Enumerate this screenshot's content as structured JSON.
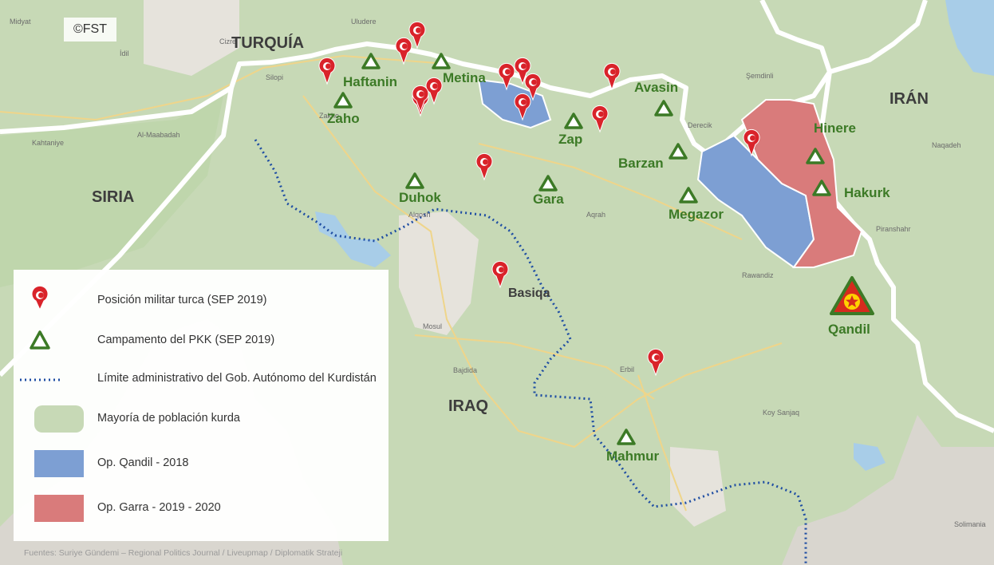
{
  "credit": "©FST",
  "colors": {
    "land": "#d9d6cf",
    "kurdish_majority": "#c7d9b6",
    "op_qandil": "#7d9fd3",
    "op_garra": "#d97b7b",
    "camp": "#3c7a26",
    "pin": "#d9232a",
    "kurdistan_limit": "#1f4ea3",
    "water": "#a8cde8",
    "border": "#ffffff",
    "pkk_hq_fill": "#d62b1e",
    "pkk_star": "#ffd200"
  },
  "countries": [
    {
      "label": "TURQUÍA"
    },
    {
      "label": "SIRIA"
    },
    {
      "label": "IRÁN"
    },
    {
      "label": "IRAQ"
    }
  ],
  "camps": [
    {
      "label": "Haftanin"
    },
    {
      "label": "Metina"
    },
    {
      "label": "Zaho"
    },
    {
      "label": "Avasin"
    },
    {
      "label": "Zap"
    },
    {
      "label": "Hinere"
    },
    {
      "label": "Barzan"
    },
    {
      "label": "Hakurk"
    },
    {
      "label": "Duhok"
    },
    {
      "label": "Gara"
    },
    {
      "label": "Megazor"
    },
    {
      "label": "Mahmur"
    }
  ],
  "pkk_hq": {
    "label": "Qandil"
  },
  "turkish_positions": [
    {
      "label": ""
    },
    {
      "label": ""
    },
    {
      "label": ""
    },
    {
      "label": ""
    },
    {
      "label": ""
    },
    {
      "label": ""
    },
    {
      "label": ""
    },
    {
      "label": ""
    },
    {
      "label": ""
    },
    {
      "label": ""
    },
    {
      "label": ""
    },
    {
      "label": ""
    },
    {
      "label": ""
    },
    {
      "label": ""
    },
    {
      "label": "Basiqa"
    },
    {
      "label": ""
    }
  ],
  "towns": [
    {
      "label": "Midyat"
    },
    {
      "label": "İdil"
    },
    {
      "label": "Cizre"
    },
    {
      "label": "Silopi"
    },
    {
      "label": "Uludere"
    },
    {
      "label": "Şemdinli"
    },
    {
      "label": "Derecik"
    },
    {
      "label": "Naqadeh"
    },
    {
      "label": "Piranshahr"
    },
    {
      "label": "Rawandiz"
    },
    {
      "label": "Aqrah"
    },
    {
      "label": "Alqosh"
    },
    {
      "label": "Mosul"
    },
    {
      "label": "Bajdida"
    },
    {
      "label": "Erbil"
    },
    {
      "label": "Koy Sanjaq"
    },
    {
      "label": "Al-Maabadah"
    },
    {
      "label": "Kahtaniye"
    },
    {
      "label": "Zakho"
    },
    {
      "label": "Solimania"
    }
  ],
  "legend": {
    "items": [
      {
        "label": "Posición militar turca (SEP 2019)"
      },
      {
        "label": "Campamento del PKK (SEP 2019)"
      },
      {
        "label": "Límite administrativo del Gob. Autónomo del Kurdistán"
      },
      {
        "label": "Mayoría de población kurda"
      },
      {
        "label": "Op. Qandil - 2018"
      },
      {
        "label": "Op. Garra  - 2019 - 2020"
      }
    ]
  },
  "source": "Fuentes: Suriye Gündemi – Regional Politics Journal / Liveupmap / Diplomatik Strateji"
}
